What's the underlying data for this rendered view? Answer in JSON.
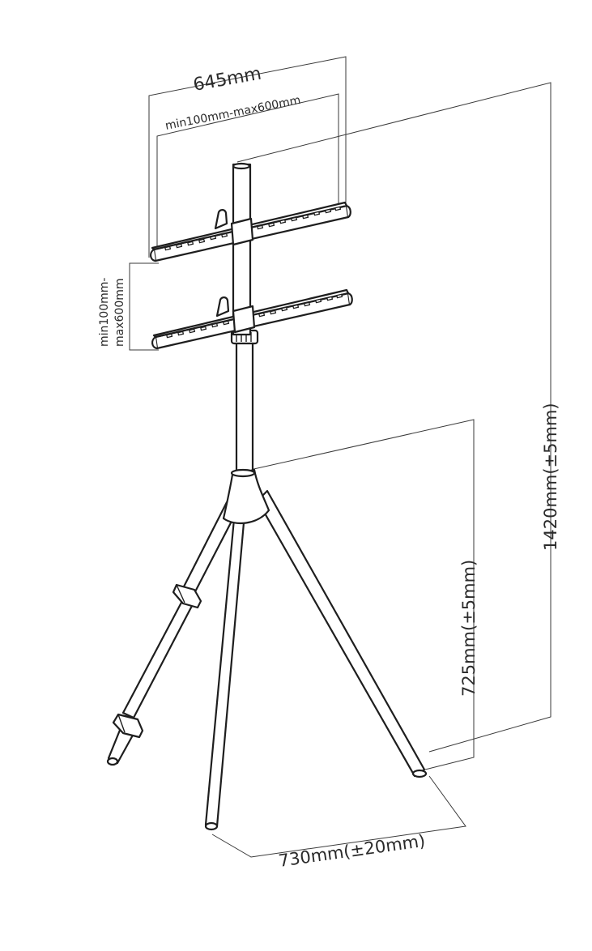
{
  "labels": {
    "width_total": "645mm",
    "width_adjust": "min100mm-max600mm",
    "height_adjust_line1": "min100mm-",
    "height_adjust_line2": "max600mm",
    "height_total": "1420mm(±5mm)",
    "height_tripod": "725mm(±5mm)",
    "base_span": "730mm(±20mm)"
  },
  "colors": {
    "line": "#1e1e1e",
    "dimension_line": "#3a3a3a",
    "text": "#2a2a2a",
    "background": "#ffffff"
  }
}
